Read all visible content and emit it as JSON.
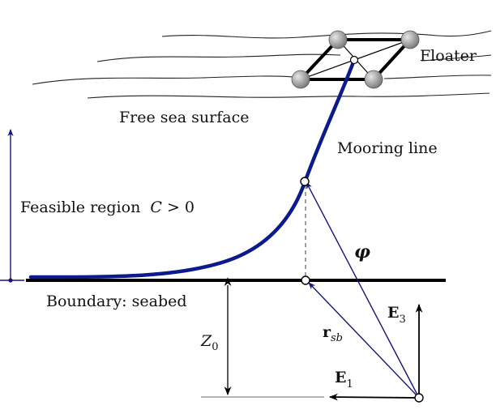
{
  "labels": {
    "floater": "Floater",
    "free_sea_surface": "Free sea surface",
    "mooring_line": "Mooring line",
    "feasible_region": "Feasible region",
    "feasible_symbol": "C",
    "feasible_condition": " > 0",
    "boundary": "Boundary: seabed",
    "z0_main": "Z",
    "z0_sub": "0",
    "phi": "φ",
    "e3_main": "E",
    "e3_sub": "3",
    "e1_main": "E",
    "e1_sub": "1",
    "rsb_main": "r",
    "rsb_sub": "sb"
  },
  "colors": {
    "mooring": "#0b1a8c",
    "vector": "#15157a",
    "axis": "#000000",
    "dashed": "#777777",
    "wave": "#222222",
    "sphere_light": "#d8d8d8",
    "sphere_dark": "#7a7a7a"
  }
}
